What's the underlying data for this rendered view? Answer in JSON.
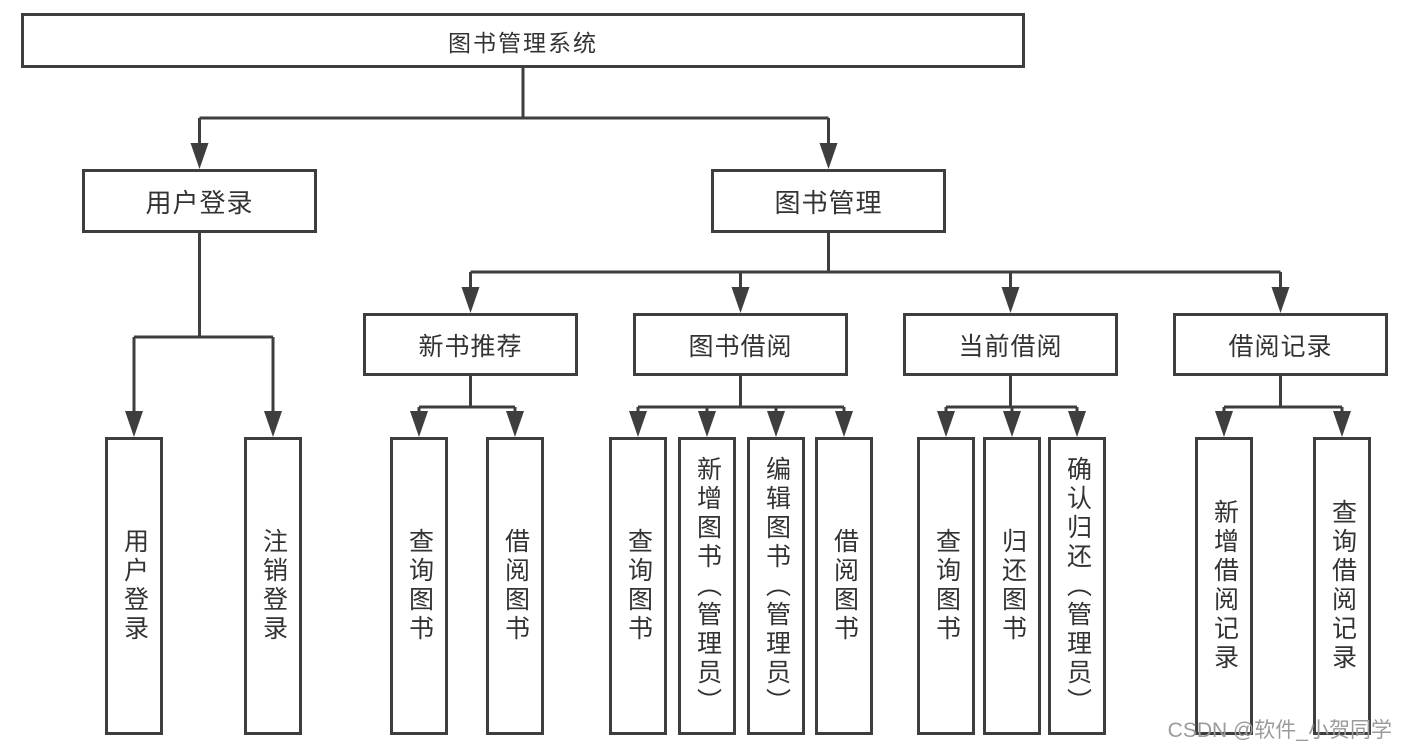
{
  "title": {
    "label": "图书管理系统"
  },
  "branches": [
    {
      "label": "用户登录",
      "children": [
        {
          "label": "用户登录"
        },
        {
          "label": "注销登录"
        }
      ]
    },
    {
      "label": "图书管理",
      "children": [
        {
          "label": "新书推荐",
          "children": [
            {
              "label": "查询图书"
            },
            {
              "label": "借阅图书"
            }
          ]
        },
        {
          "label": "图书借阅",
          "children": [
            {
              "label": "查询图书"
            },
            {
              "label": "新增图书（管理员）"
            },
            {
              "label": "编辑图书（管理员）"
            },
            {
              "label": "借阅图书"
            }
          ]
        },
        {
          "label": "当前借阅",
          "children": [
            {
              "label": "查询图书"
            },
            {
              "label": "归还图书"
            },
            {
              "label": "确认归还（管理员）"
            }
          ]
        },
        {
          "label": "借阅记录",
          "children": [
            {
              "label": "新增借阅记录"
            },
            {
              "label": "查询借阅记录"
            }
          ]
        }
      ]
    }
  ],
  "watermark": {
    "text": "CSDN @软件_小贺同学"
  },
  "colors": {
    "line": "#3e3e3e",
    "text": "#333333",
    "watermark": "#9b9b9b",
    "background": "#ffffff"
  }
}
